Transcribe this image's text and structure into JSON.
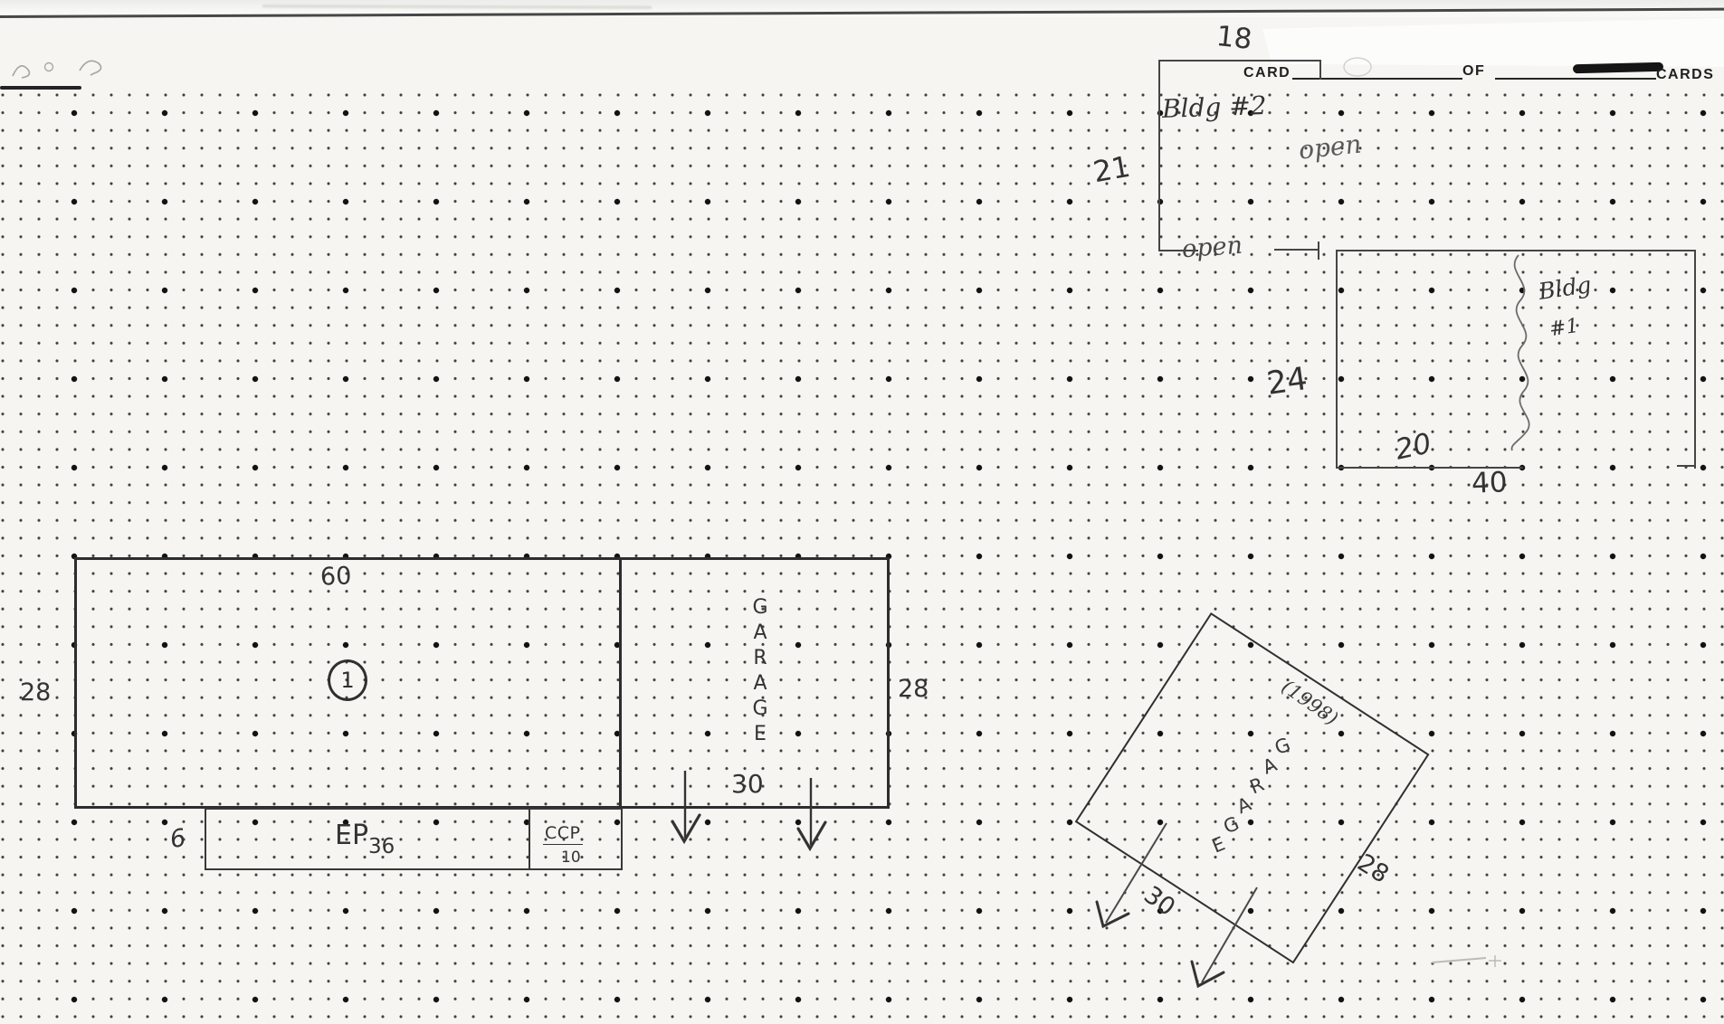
{
  "header": {
    "card": "CARD",
    "of": "OF",
    "cards": "CARDS"
  },
  "bldg2": {
    "width": "18",
    "height": "21",
    "name": "Bldg #2",
    "open_upper": "open",
    "open_lower": "open"
  },
  "bldg1": {
    "name_line1": "Bldg",
    "name_line2": "#1",
    "height": "24",
    "left_width": "20",
    "width": "40"
  },
  "main_house": {
    "width": "60",
    "story_circle": "1",
    "height_left": "28",
    "height_right": "28",
    "garage_letters": [
      "G",
      "A",
      "R",
      "A",
      "G",
      "E"
    ],
    "garage_width": "30"
  },
  "porch": {
    "depth": "6",
    "ep": "EP",
    "ep_size": "36",
    "ccp": "CCP",
    "ccp_size": "10"
  },
  "detached_garage": {
    "year": "(1998)",
    "letters": [
      "G",
      "A",
      "R",
      "A",
      "G",
      "E"
    ],
    "side": "28",
    "width": "30"
  }
}
